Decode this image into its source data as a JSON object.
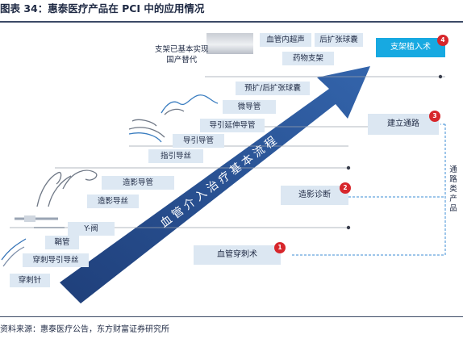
{
  "header": {
    "title": "图表 34：惠泰医疗产品在 PCI 中的应用情况"
  },
  "diagram": {
    "arrow_label": "血管介入治疗基本流程",
    "side_label": "通路类产品",
    "stent_note": [
      "支架已基本实现",
      "国产替代"
    ],
    "procedures": [
      {
        "label": "血管穿刺术",
        "badge": "1"
      },
      {
        "label": "造影诊断",
        "badge": "2"
      },
      {
        "label": "建立通路",
        "badge": "3"
      },
      {
        "label": "支架植入术",
        "badge": "4"
      }
    ],
    "devices": {
      "puncture_needle": "穿刺针",
      "puncture_guidewire": "穿刺导引导丝",
      "sheath": "鞘管",
      "y_valve": "Y-阀",
      "angio_guidewire": "造影导丝",
      "angio_catheter": "造影导管",
      "guiding_wire": "指引导丝",
      "guiding_catheter": "导引导管",
      "extension_catheter": "导引延伸导管",
      "micro_catheter": "微导管",
      "balloon": "预扩/后扩张球囊",
      "ivus": "血管内超声",
      "post_balloon": "后扩张球囊",
      "drug_stent": "药物支架"
    }
  },
  "footer": {
    "source": "资料来源：惠泰医疗公告，东方财富证券研究所"
  },
  "colors": {
    "arrow": "#2b4f8c",
    "device_box": "#dde8f3",
    "procedure_highlight": "#17a9e1",
    "badge": "#d7262b",
    "connector": "#3d8ed6"
  }
}
